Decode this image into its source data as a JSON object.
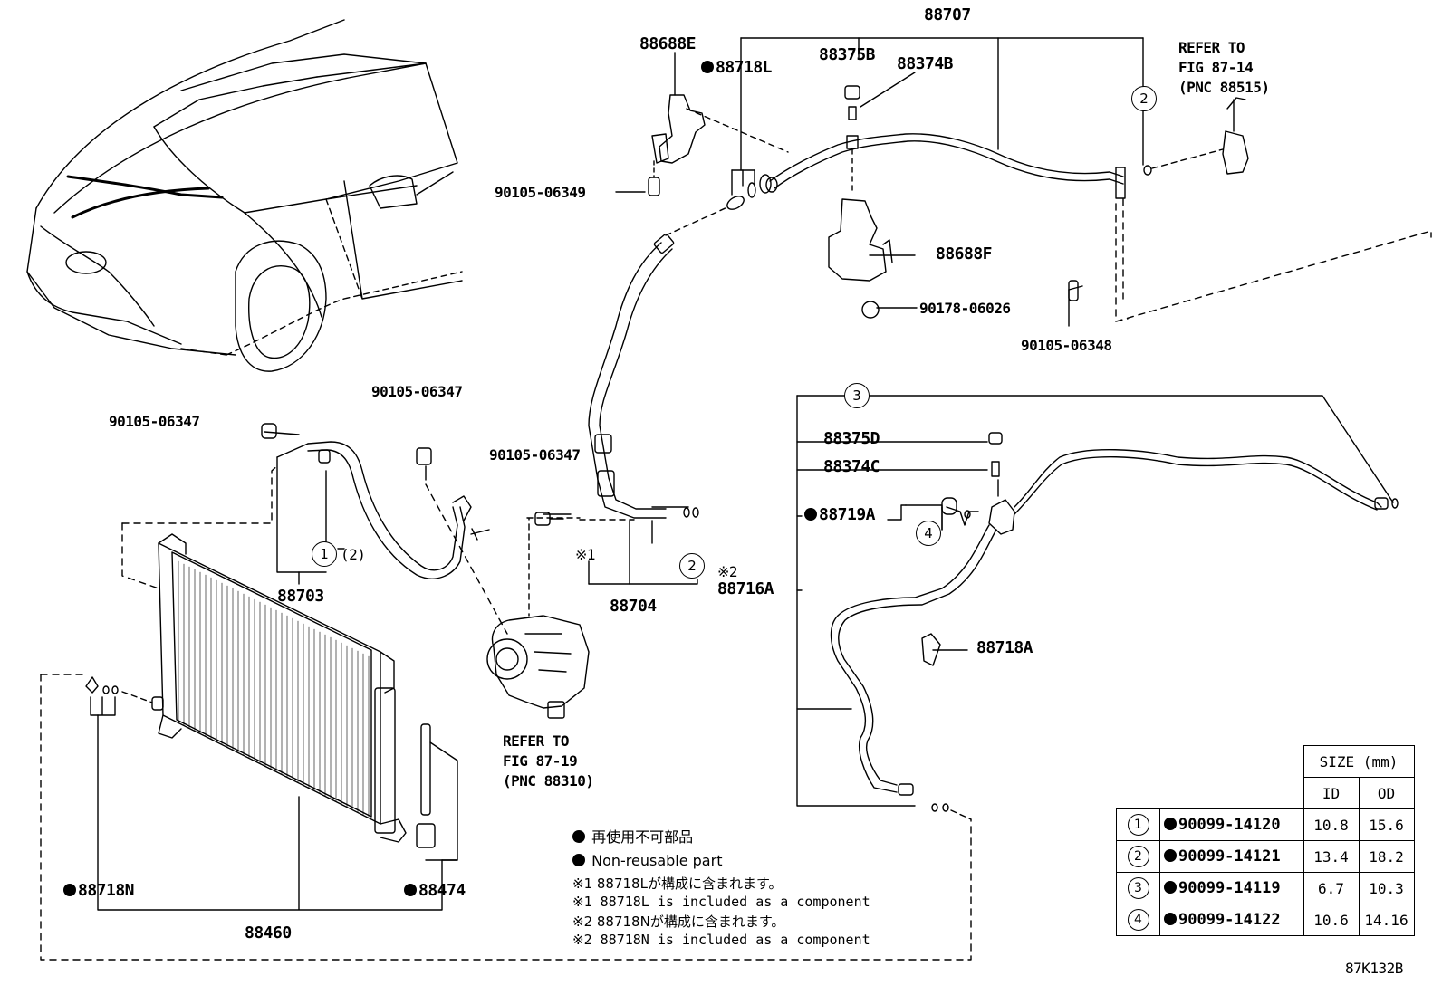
{
  "diagram_id": "87K132B",
  "parts": {
    "p88707": "88707",
    "p88688E": "88688E",
    "p88718L": "88718L",
    "p88375B": "88375B",
    "p88374B": "88374B",
    "p90105_06349": "90105-06349",
    "p88688F": "88688F",
    "p90178_06026": "90178-06026",
    "p90105_06348": "90105-06348",
    "p90105_06347_a": "90105-06347",
    "p90105_06347_b": "90105-06347",
    "p90105_06347_c": "90105-06347",
    "p88703": "88703",
    "p88704": "88704",
    "p88716A": "88716A",
    "p88375D": "88375D",
    "p88374C": "88374C",
    "p88719A": "88719A",
    "p88718A": "88718A",
    "p88718N": "88718N",
    "p88474": "88474",
    "p88460": "88460"
  },
  "refs": {
    "fig_87_14": [
      "REFER TO",
      "FIG 87-14",
      "(PNC 88515)"
    ],
    "fig_87_19": [
      "REFER TO",
      "FIG 87-19",
      "(PNC 88310)"
    ]
  },
  "marks": {
    "c1": "1",
    "c1_alt": "(2)",
    "c2": "2",
    "c3": "3",
    "c4": "4",
    "ref1": "※1",
    "ref2": "※2"
  },
  "notes": {
    "non_reusable_jp": "再使用不可部品",
    "non_reusable_en": "Non-reusable part",
    "n1_jp": "※1 88718Lが構成に含まれます。",
    "n1_en": "※1 88718L is included as a component",
    "n2_jp": "※2 88718Nが構成に含まれます。",
    "n2_en": "※2 88718N is included as a component"
  },
  "size_table": {
    "header": "SIZE (mm)",
    "col_id": "ID",
    "col_od": "OD",
    "rows": [
      {
        "no": "1",
        "part": "90099-14120",
        "id": "10.8",
        "od": "15.6"
      },
      {
        "no": "2",
        "part": "90099-14121",
        "id": "13.4",
        "od": "18.2"
      },
      {
        "no": "3",
        "part": "90099-14119",
        "id": "6.7",
        "od": "10.3"
      },
      {
        "no": "4",
        "part": "90099-14122",
        "id": "10.6",
        "od": "14.16"
      }
    ]
  }
}
